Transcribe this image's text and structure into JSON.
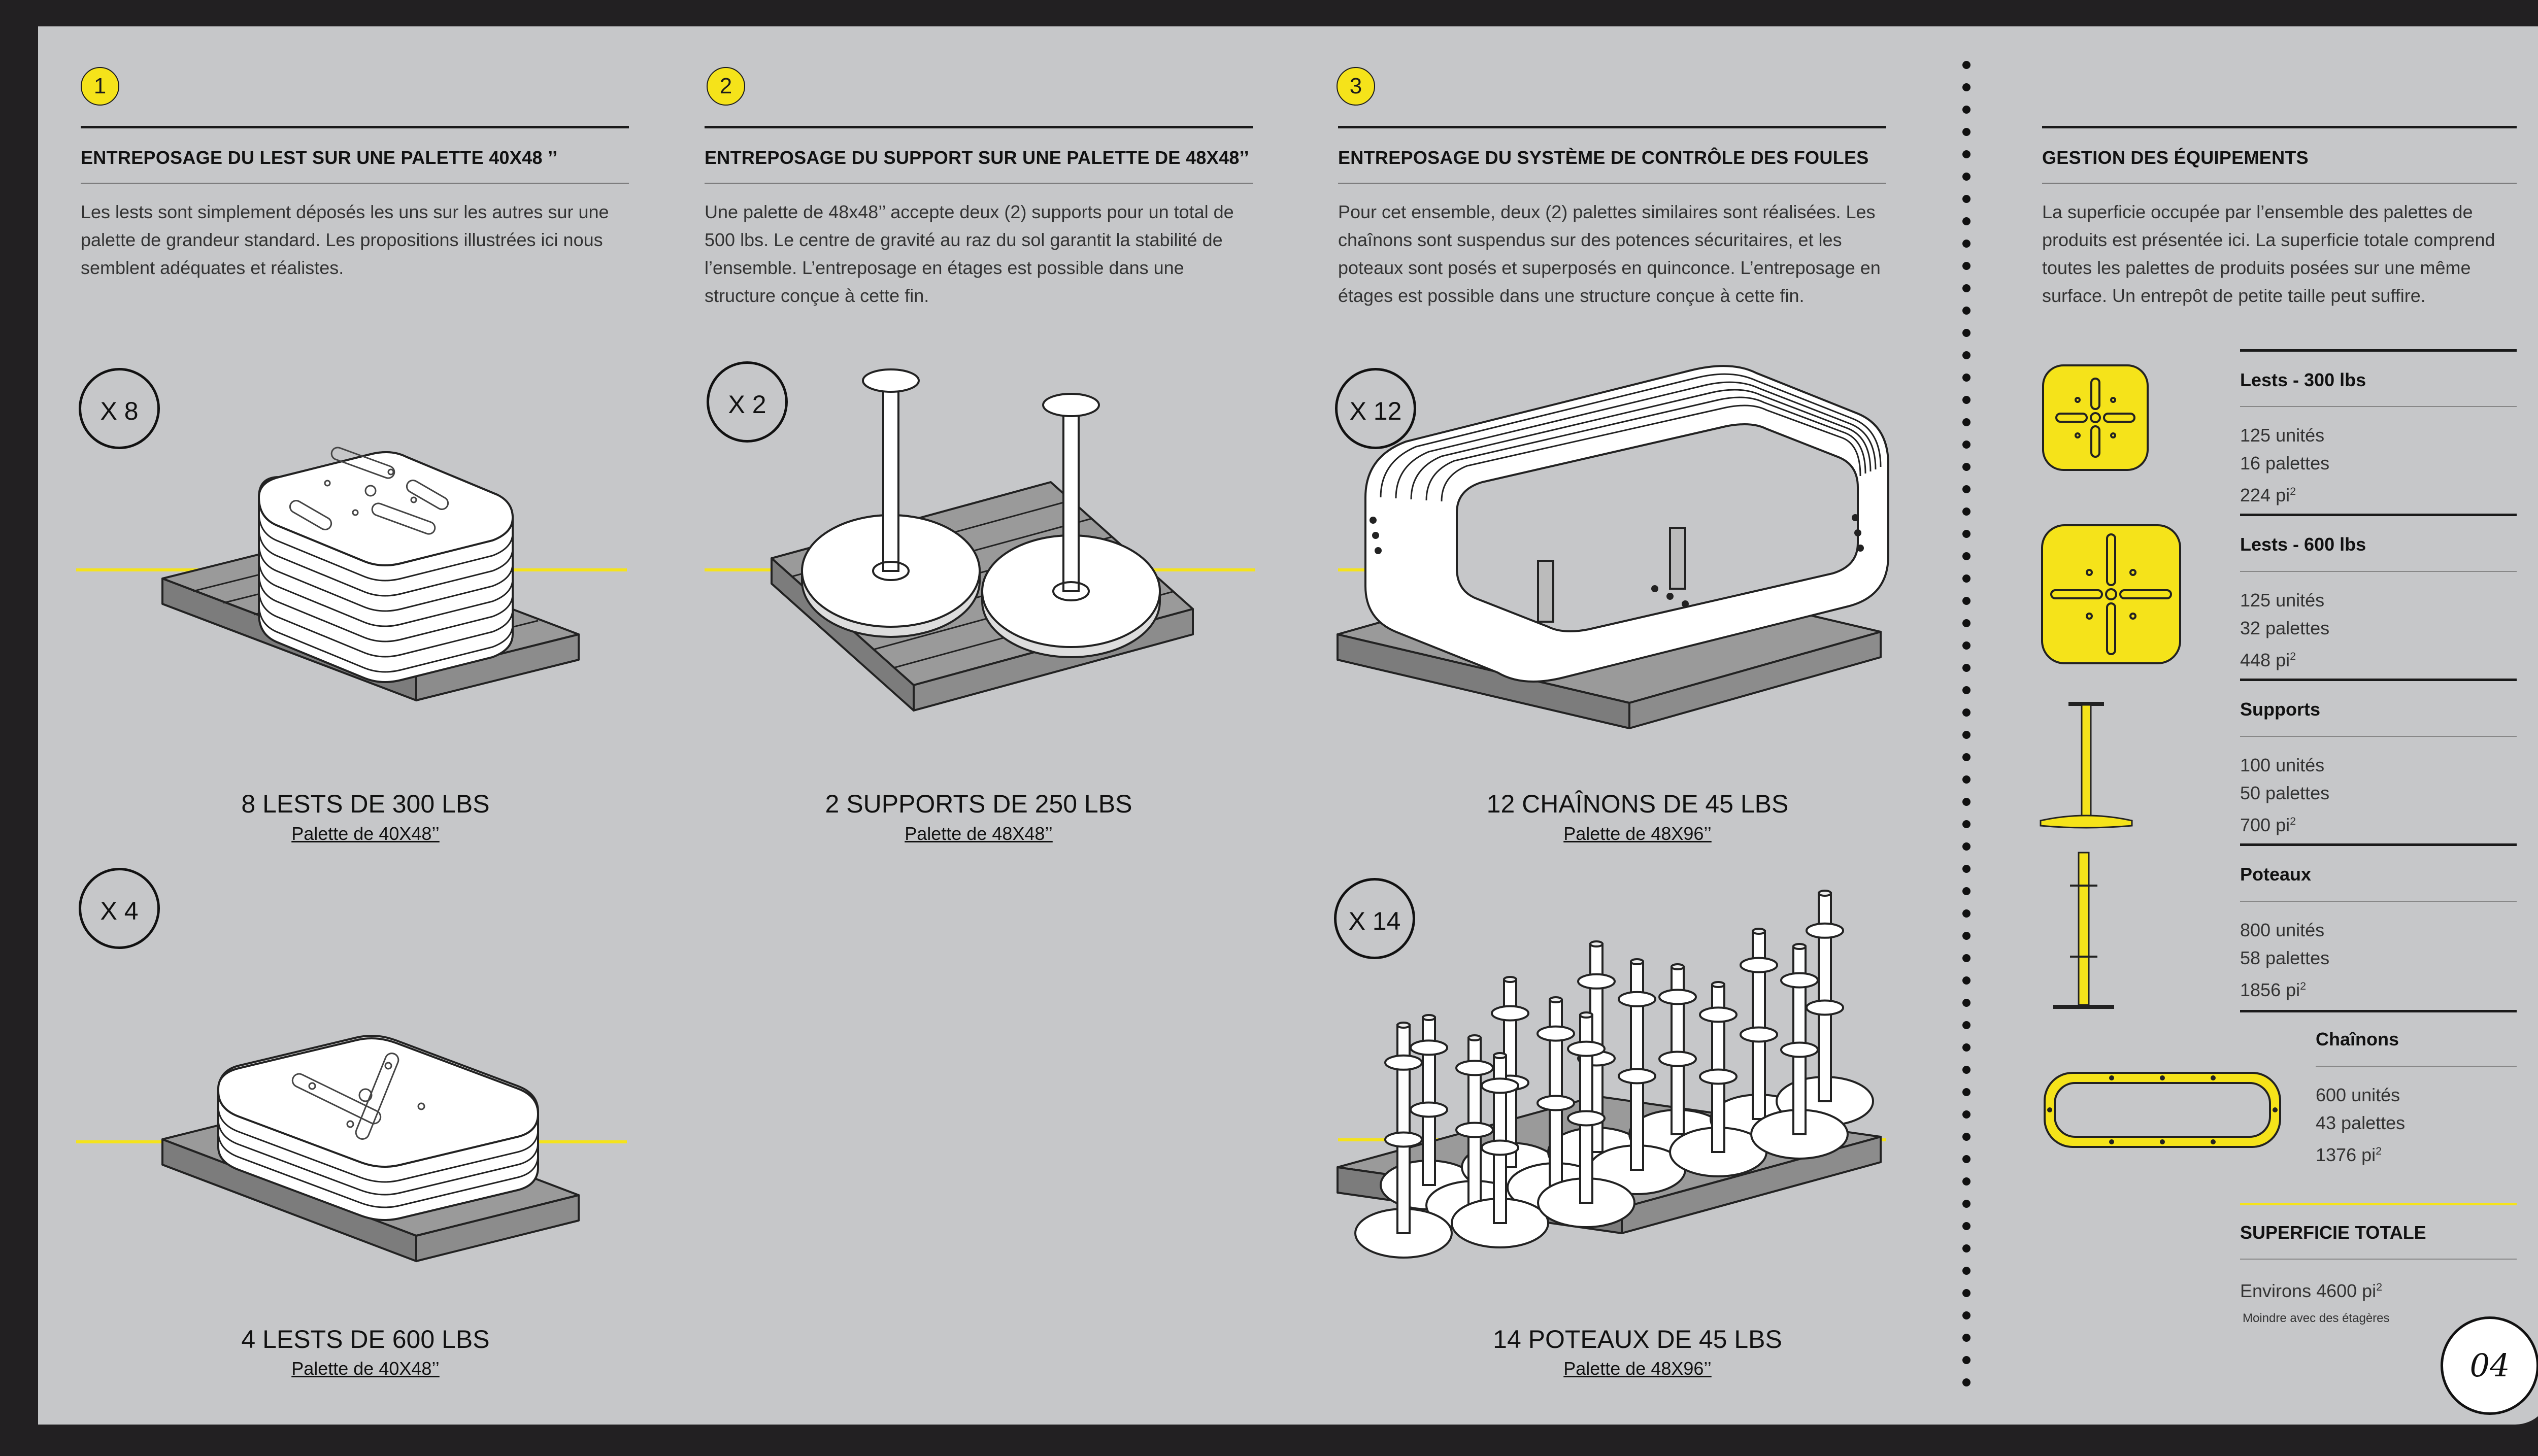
{
  "sections": [
    {
      "number": "1",
      "title": "ENTREPOSAGE DU LEST SUR UNE PALETTE 40X48 ’’",
      "text": "Les lests sont simplement déposés les uns sur les autres sur une palette de grandeur standard. Les propositions illustrées ici nous semblent adéquates et réalistes.",
      "items": [
        {
          "multiplier": "X 8",
          "caption": "8 LESTS DE 300 LBS",
          "pallet": "Palette de 40X48’’"
        },
        {
          "multiplier": "X 4",
          "caption": "4 LESTS   DE 600 LBS",
          "pallet": "Palette de 40X48’’"
        }
      ]
    },
    {
      "number": "2",
      "title": "ENTREPOSAGE DU SUPPORT SUR UNE PALETTE DE 48X48’’",
      "text": "Une palette de 48x48’’ accepte deux (2) supports pour un total de 500 lbs. Le centre de gravité au raz du sol garantit la stabilité de l’ensemble. L’entreposage en étages est possible dans une structure conçue à cette fin.",
      "items": [
        {
          "multiplier": "X 2",
          "caption": "2 SUPPORTS DE 250 LBS",
          "pallet": "Palette de 48X48’’"
        }
      ]
    },
    {
      "number": "3",
      "title": "ENTREPOSAGE DU SYSTÈME DE CONTRÔLE DES FOULES",
      "text": "Pour cet ensemble, deux (2) palettes similaires sont réalisées. Les chaînons sont suspendus sur des potences sécuritaires, et les poteaux sont posés et superposés en quinconce. L’entreposage en étages est possible dans une structure conçue à cette fin.",
      "items": [
        {
          "multiplier": "X 12",
          "caption": "12 CHAÎNONS DE 45 LBS",
          "pallet": "Palette de 48X96’’"
        },
        {
          "multiplier": "X  14",
          "caption": "14 POTEAUX DE 45 LBS",
          "pallet": "Palette de 48X96’’"
        }
      ]
    }
  ],
  "management": {
    "title": "GESTION DES ÉQUIPEMENTS",
    "text": "La superficie occupée par l’ensemble des palettes de produits est présentée ici. La superficie totale comprend toutes les palettes de produits posées sur une même surface. Un entrepôt de petite taille peut suffire.",
    "stats": [
      {
        "name": "Lests - 300 lbs",
        "units": "125 unités",
        "pallets": "16 palettes",
        "area": "224 pi"
      },
      {
        "name": "Lests - 600 lbs",
        "units": "125 unités",
        "pallets": "32 palettes",
        "area": "448 pi"
      },
      {
        "name": "Supports",
        "units": "100 unités",
        "pallets": "50 palettes",
        "area": "700 pi"
      },
      {
        "name": "Poteaux",
        "units": "800 unités",
        "pallets": "58 palettes",
        "area": "1856 pi"
      },
      {
        "name": "Chaînons",
        "units": "600 unités",
        "pallets": "43 palettes",
        "area": "1376 pi"
      }
    ],
    "exponent": "2",
    "total_title": "SUPERFICIE TOTALE",
    "total_value": "Environs 4600 pi",
    "total_note": "Moindre avec des étagères"
  },
  "page_number": "04",
  "colors": {
    "accent": "#f5e31a",
    "background": "#c6c7c9",
    "frame": "#222022"
  }
}
